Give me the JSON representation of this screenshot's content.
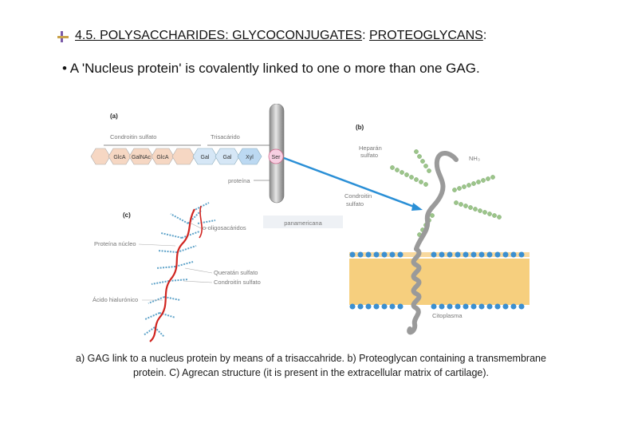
{
  "header": {
    "title_prefix": "4.5. POLYSACCHARIDES: GLYCOCONJUGATES",
    "title_sep": ": ",
    "title_highlight": "PROTEOGLYCANS",
    "title_suffix": ":"
  },
  "statement": "• A 'Nucleus protein' is covalently linked to one o more than one GAG.",
  "figure": {
    "panel_a": {
      "tag": "(a)",
      "group_left": "Condroitin sulfato",
      "group_right": "Trisacárido",
      "segments": [
        "GlcA",
        "GalNAc",
        "GlcA",
        "Gal",
        "Gal",
        "Xyl",
        "Ser"
      ],
      "protein_label": "proteína"
    },
    "panel_b": {
      "tag": "(b)",
      "heparan_label": [
        "Heparán",
        "sulfato"
      ],
      "amino_label": "NH₃",
      "chondroitin_label": [
        "Condroitin",
        "sulfato"
      ],
      "cytoplasm_label": "Citoplasma"
    },
    "panel_c": {
      "tag": "(c)",
      "oligo_label": "o-oligosacáridos",
      "core_label": "Proteína núcleo",
      "keratan_label": "Queratán sulfato",
      "chondroitin_label": "Condroitín sulfato",
      "hyaluronic_label": "Ácido hialurónico",
      "watermark": "panamericana"
    }
  },
  "caption": "a) GAG link to a nucleus protein by means of a trisaccahride. b) Proteoglycan containing a transmembrane protein. C) Agrecan structure (it is present in the extracellular matrix of cartilage)."
}
